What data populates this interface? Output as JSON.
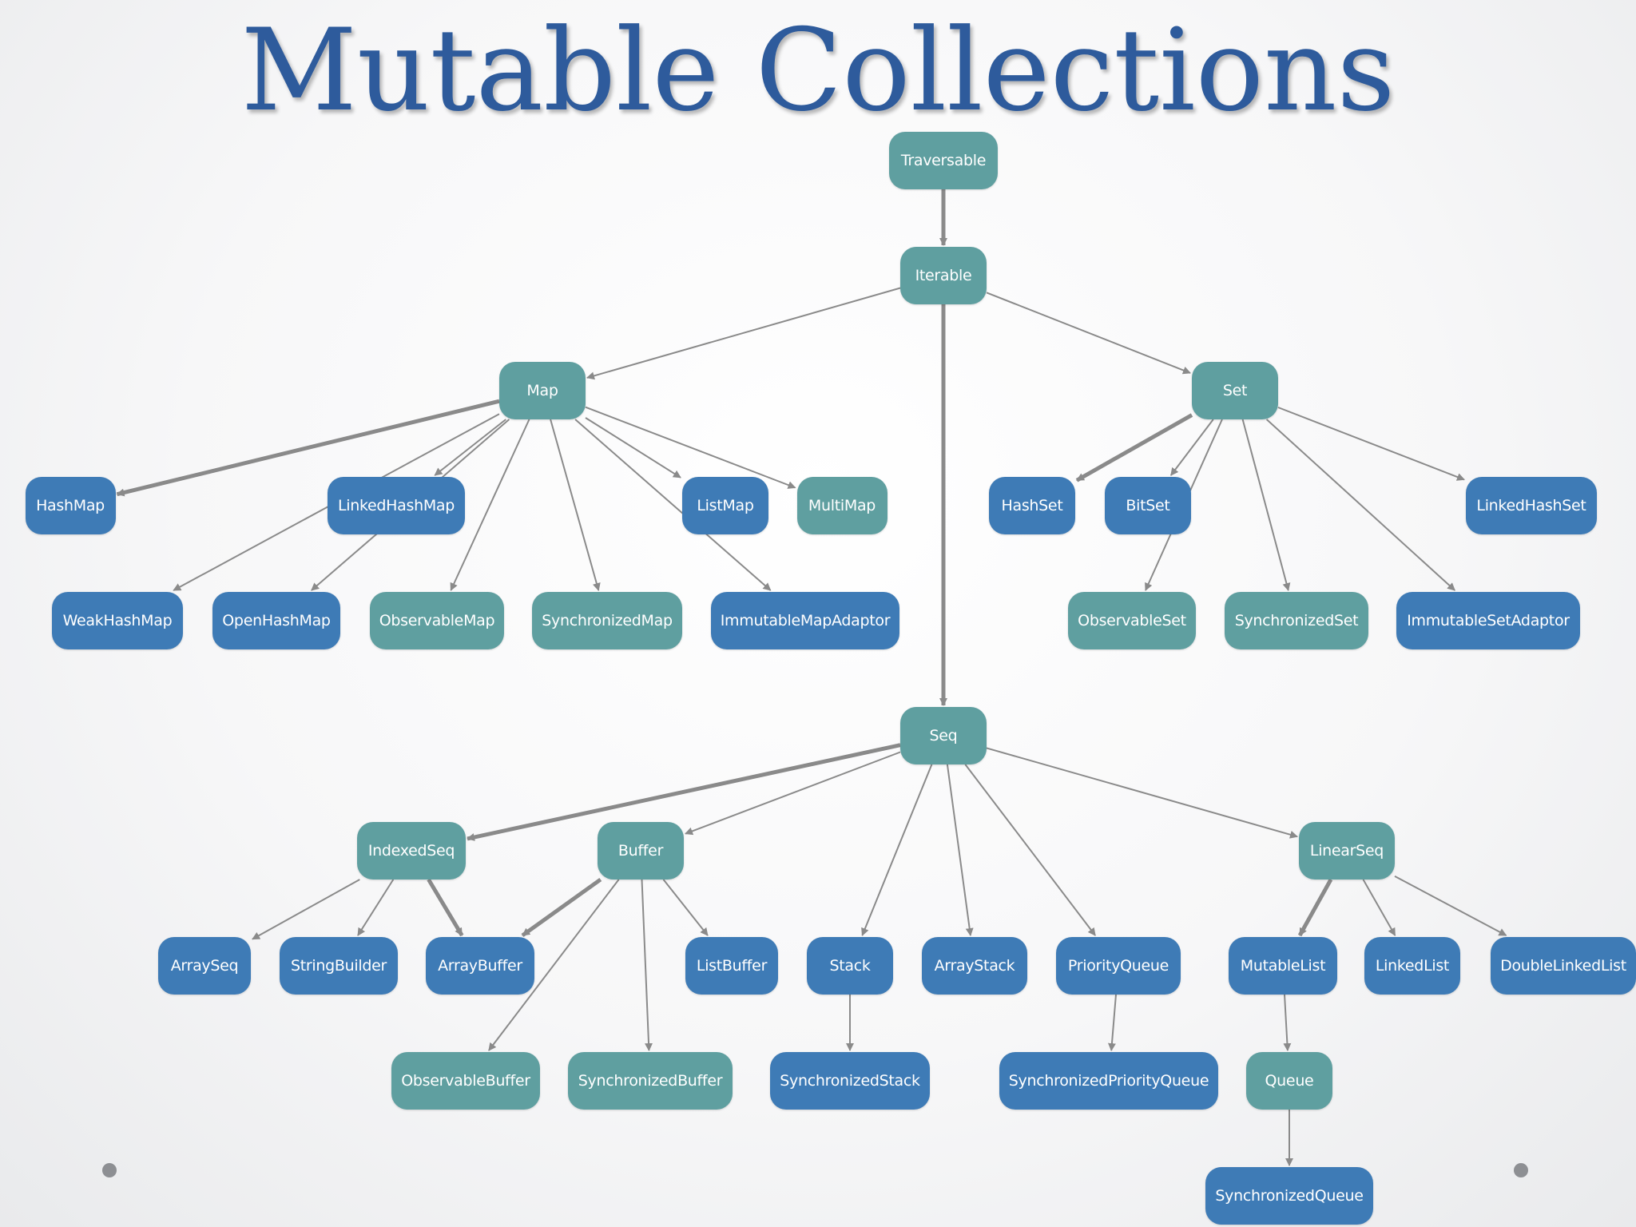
{
  "title": "Mutable Collections",
  "colors": {
    "title": "#2e5b9c",
    "trait": "#5f9fa0",
    "cls": "#3e7bb6",
    "edge": "#8a8a8a"
  },
  "nodes": [
    {
      "id": "traversable",
      "label": "Traversable",
      "kind": "trait"
    },
    {
      "id": "iterable",
      "label": "Iterable",
      "kind": "trait"
    },
    {
      "id": "map",
      "label": "Map",
      "kind": "trait"
    },
    {
      "id": "set",
      "label": "Set",
      "kind": "trait"
    },
    {
      "id": "hashmap",
      "label": "HashMap",
      "kind": "class"
    },
    {
      "id": "linkedhashmap",
      "label": "LinkedHashMap",
      "kind": "class"
    },
    {
      "id": "listmap",
      "label": "ListMap",
      "kind": "class"
    },
    {
      "id": "multimap",
      "label": "MultiMap",
      "kind": "trait"
    },
    {
      "id": "weakhashmap",
      "label": "WeakHashMap",
      "kind": "class"
    },
    {
      "id": "openhashmap",
      "label": "OpenHashMap",
      "kind": "class"
    },
    {
      "id": "observablemap",
      "label": "ObservableMap",
      "kind": "trait"
    },
    {
      "id": "synchronizedmap",
      "label": "SynchronizedMap",
      "kind": "trait"
    },
    {
      "id": "immutablemapadaptor",
      "label": "ImmutableMapAdaptor",
      "kind": "class"
    },
    {
      "id": "hashset",
      "label": "HashSet",
      "kind": "class"
    },
    {
      "id": "bitset",
      "label": "BitSet",
      "kind": "class"
    },
    {
      "id": "linkedhashset",
      "label": "LinkedHashSet",
      "kind": "class"
    },
    {
      "id": "observableset",
      "label": "ObservableSet",
      "kind": "trait"
    },
    {
      "id": "synchronizedset",
      "label": "SynchronizedSet",
      "kind": "trait"
    },
    {
      "id": "immutablesetadaptor",
      "label": "ImmutableSetAdaptor",
      "kind": "class"
    },
    {
      "id": "seq",
      "label": "Seq",
      "kind": "trait"
    },
    {
      "id": "indexedseq",
      "label": "IndexedSeq",
      "kind": "trait"
    },
    {
      "id": "buffer",
      "label": "Buffer",
      "kind": "trait"
    },
    {
      "id": "linearseq",
      "label": "LinearSeq",
      "kind": "trait"
    },
    {
      "id": "arrayseq",
      "label": "ArraySeq",
      "kind": "class"
    },
    {
      "id": "stringbuilder",
      "label": "StringBuilder",
      "kind": "class"
    },
    {
      "id": "arraybuffer",
      "label": "ArrayBuffer",
      "kind": "class"
    },
    {
      "id": "listbuffer",
      "label": "ListBuffer",
      "kind": "class"
    },
    {
      "id": "stack",
      "label": "Stack",
      "kind": "class"
    },
    {
      "id": "arraystack",
      "label": "ArrayStack",
      "kind": "class"
    },
    {
      "id": "priorityqueue",
      "label": "PriorityQueue",
      "kind": "class"
    },
    {
      "id": "mutablelist",
      "label": "MutableList",
      "kind": "class"
    },
    {
      "id": "linkedlist",
      "label": "LinkedList",
      "kind": "class"
    },
    {
      "id": "doublelinkedlist",
      "label": "DoubleLinkedList",
      "kind": "class"
    },
    {
      "id": "observablebuffer",
      "label": "ObservableBuffer",
      "kind": "trait"
    },
    {
      "id": "synchronizedbuffer",
      "label": "SynchronizedBuffer",
      "kind": "trait"
    },
    {
      "id": "synchronizedstack",
      "label": "SynchronizedStack",
      "kind": "class"
    },
    {
      "id": "synchronizedpriorityqueue",
      "label": "SynchronizedPriorityQueue",
      "kind": "class"
    },
    {
      "id": "queue",
      "label": "Queue",
      "kind": "trait"
    },
    {
      "id": "synchronizedqueue",
      "label": "SynchronizedQueue",
      "kind": "class"
    }
  ],
  "edges": [
    {
      "from": "traversable",
      "to": "iterable",
      "style": "thick"
    },
    {
      "from": "iterable",
      "to": "map",
      "style": "thin"
    },
    {
      "from": "iterable",
      "to": "set",
      "style": "thin"
    },
    {
      "from": "iterable",
      "to": "seq",
      "style": "thick"
    },
    {
      "from": "map",
      "to": "hashmap",
      "style": "thick"
    },
    {
      "from": "map",
      "to": "weakhashmap",
      "style": "thin"
    },
    {
      "from": "map",
      "to": "openhashmap",
      "style": "thin"
    },
    {
      "from": "map",
      "to": "linkedhashmap",
      "style": "thin"
    },
    {
      "from": "map",
      "to": "observablemap",
      "style": "thin"
    },
    {
      "from": "map",
      "to": "synchronizedmap",
      "style": "thin"
    },
    {
      "from": "map",
      "to": "immutablemapadaptor",
      "style": "thin"
    },
    {
      "from": "map",
      "to": "listmap",
      "style": "thin"
    },
    {
      "from": "map",
      "to": "multimap",
      "style": "thin"
    },
    {
      "from": "set",
      "to": "hashset",
      "style": "thick"
    },
    {
      "from": "set",
      "to": "bitset",
      "style": "thin"
    },
    {
      "from": "set",
      "to": "observableset",
      "style": "thin"
    },
    {
      "from": "set",
      "to": "synchronizedset",
      "style": "thin"
    },
    {
      "from": "set",
      "to": "immutablesetadaptor",
      "style": "thin"
    },
    {
      "from": "set",
      "to": "linkedhashset",
      "style": "thin"
    },
    {
      "from": "seq",
      "to": "indexedseq",
      "style": "thick"
    },
    {
      "from": "seq",
      "to": "buffer",
      "style": "thin"
    },
    {
      "from": "seq",
      "to": "stack",
      "style": "thin"
    },
    {
      "from": "seq",
      "to": "arraystack",
      "style": "thin"
    },
    {
      "from": "seq",
      "to": "priorityqueue",
      "style": "thin"
    },
    {
      "from": "seq",
      "to": "linearseq",
      "style": "thin"
    },
    {
      "from": "indexedseq",
      "to": "arrayseq",
      "style": "thin"
    },
    {
      "from": "indexedseq",
      "to": "stringbuilder",
      "style": "thin"
    },
    {
      "from": "indexedseq",
      "to": "arraybuffer",
      "style": "thick"
    },
    {
      "from": "buffer",
      "to": "arraybuffer",
      "style": "thick"
    },
    {
      "from": "buffer",
      "to": "listbuffer",
      "style": "thin"
    },
    {
      "from": "buffer",
      "to": "observablebuffer",
      "style": "thin"
    },
    {
      "from": "buffer",
      "to": "synchronizedbuffer",
      "style": "thin"
    },
    {
      "from": "stack",
      "to": "synchronizedstack",
      "style": "thin"
    },
    {
      "from": "priorityqueue",
      "to": "synchronizedpriorityqueue",
      "style": "thin"
    },
    {
      "from": "linearseq",
      "to": "mutablelist",
      "style": "thick"
    },
    {
      "from": "linearseq",
      "to": "linkedlist",
      "style": "thin"
    },
    {
      "from": "linearseq",
      "to": "doublelinkedlist",
      "style": "thin"
    },
    {
      "from": "mutablelist",
      "to": "queue",
      "style": "thin"
    },
    {
      "from": "queue",
      "to": "synchronizedqueue",
      "style": "thin"
    }
  ]
}
